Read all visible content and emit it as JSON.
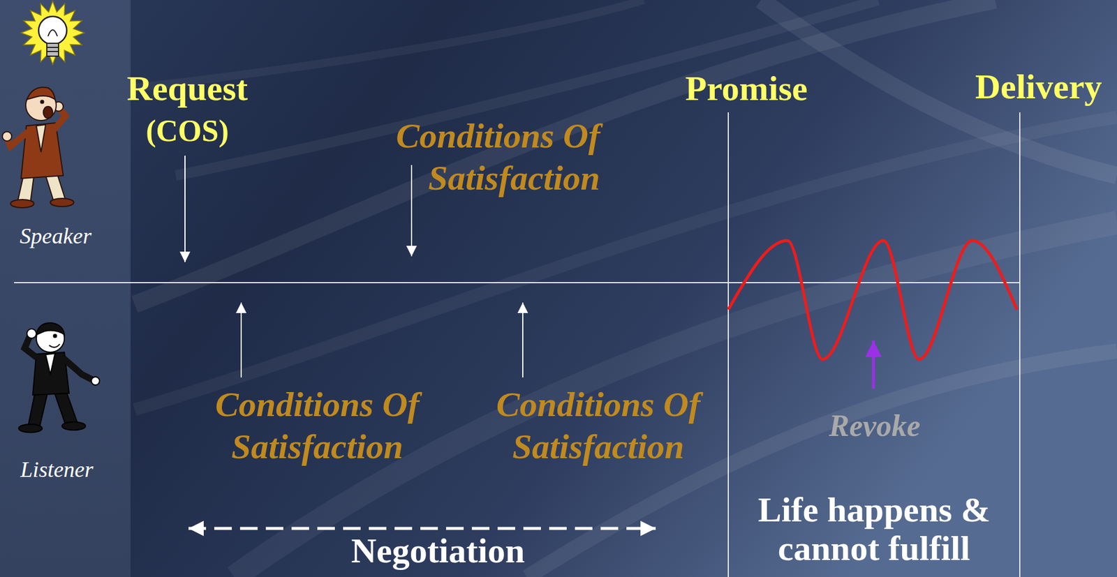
{
  "diagram": {
    "labels": [
      "Request",
      "(COS)",
      "Promise",
      "Delivery",
      "Conditions Of Satisfaction",
      "Speaker",
      "Conditions Of Satisfaction",
      "Conditions Of Satisfaction",
      "Revoke",
      "Listener",
      "Life happens & cannot fulfill",
      "Negotiation"
    ]
  }
}
